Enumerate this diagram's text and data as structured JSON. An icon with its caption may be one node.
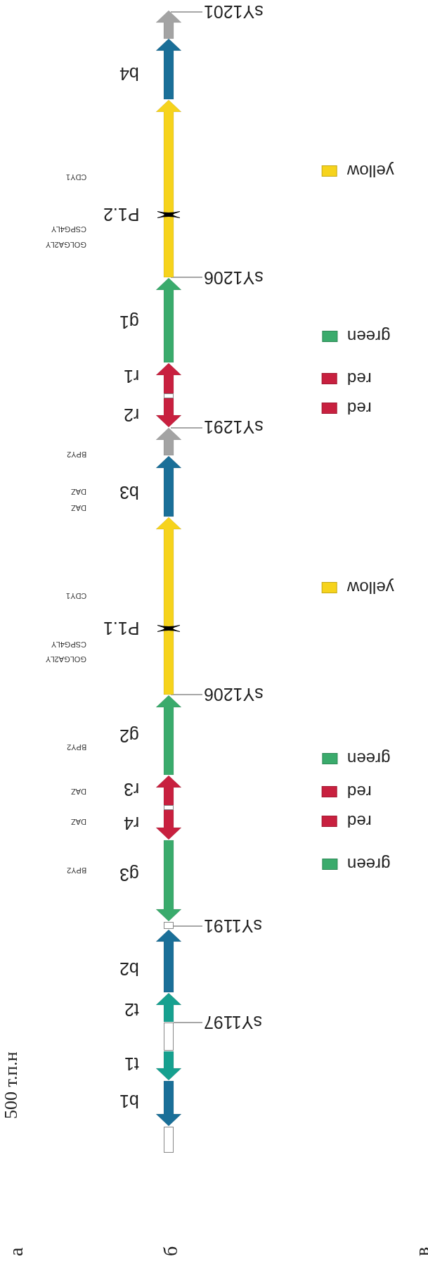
{
  "diagram": {
    "nodes": [
      {
        "text": [
          "sY1201"
        ]
      },
      {
        "text": [],
        "shape": "arrow"
      },
      {
        "text": [
          "b4"
        ]
      },
      {
        "text": [
          "P1.2"
        ]
      },
      {
        "text": [
          "sY1206"
        ]
      },
      {
        "text": [
          "g1"
        ]
      },
      {
        "text": [
          "r1"
        ]
      },
      {
        "text": [],
        "shape": "box"
      },
      {
        "text": [
          "r2"
        ]
      },
      {
        "text": [
          "sY1291"
        ]
      },
      {
        "text": [],
        "shape": "arrow"
      },
      {
        "text": [
          "b3"
        ]
      },
      {
        "text": [
          "P1.1"
        ]
      },
      {
        "text": [
          "sY1206"
        ]
      },
      {
        "text": [
          "g2"
        ]
      },
      {
        "text": [
          "r3"
        ]
      },
      {
        "text": [],
        "shape": "box"
      },
      {
        "text": [
          "r4"
        ]
      },
      {
        "text": [
          "g3"
        ]
      },
      {
        "text": [
          "sY1191"
        ]
      },
      {
        "text": [],
        "shape": "box"
      },
      {
        "text": [
          "b2"
        ]
      },
      {
        "text": [
          "t2"
        ]
      },
      {
        "text": [
          "sY1197"
        ]
      },
      {
        "text": [],
        "shape": "box"
      },
      {
        "text": [
          "t1"
        ]
      },
      {
        "text": [
          "b1"
        ]
      },
      {
        "text": [],
        "shape": "box"
      }
    ],
    "edges": [
      {
        "from": 0,
        "to": 1,
        "arrow": "none"
      },
      {
        "from": 4,
        "to": 3,
        "arrow": "none"
      },
      {
        "from": 9,
        "to": 10,
        "arrow": "none"
      },
      {
        "from": 13,
        "to": 12,
        "arrow": "none"
      },
      {
        "from": 19,
        "to": 20,
        "arrow": "none"
      },
      {
        "from": 23,
        "to": 24,
        "arrow": "none"
      }
    ],
    "labels": [
      "CDY1",
      "CSPG4LY",
      "GOLGA2LY",
      "BPY2",
      "DAZ",
      "DAZ",
      "CDY1",
      "CSPG4LY",
      "GOLGA2LY",
      "BPY2",
      "DAZ",
      "DAZ",
      "BPY2",
      "500 т.п.н",
      "а",
      "б",
      "в"
    ],
    "legend": [
      {
        "text": "yellow",
        "color": "#f6d31c"
      },
      {
        "text": "green",
        "color": "#3aab6c"
      },
      {
        "text": "red",
        "color": "#c8203f"
      },
      {
        "text": "red",
        "color": "#c8203f"
      },
      {
        "text": "yellow",
        "color": "#f6d31c"
      },
      {
        "text": "green",
        "color": "#3aab6c"
      },
      {
        "text": "red",
        "color": "#c8203f"
      },
      {
        "text": "red",
        "color": "#c8203f"
      },
      {
        "text": "green",
        "color": "#3aab6c"
      }
    ]
  }
}
